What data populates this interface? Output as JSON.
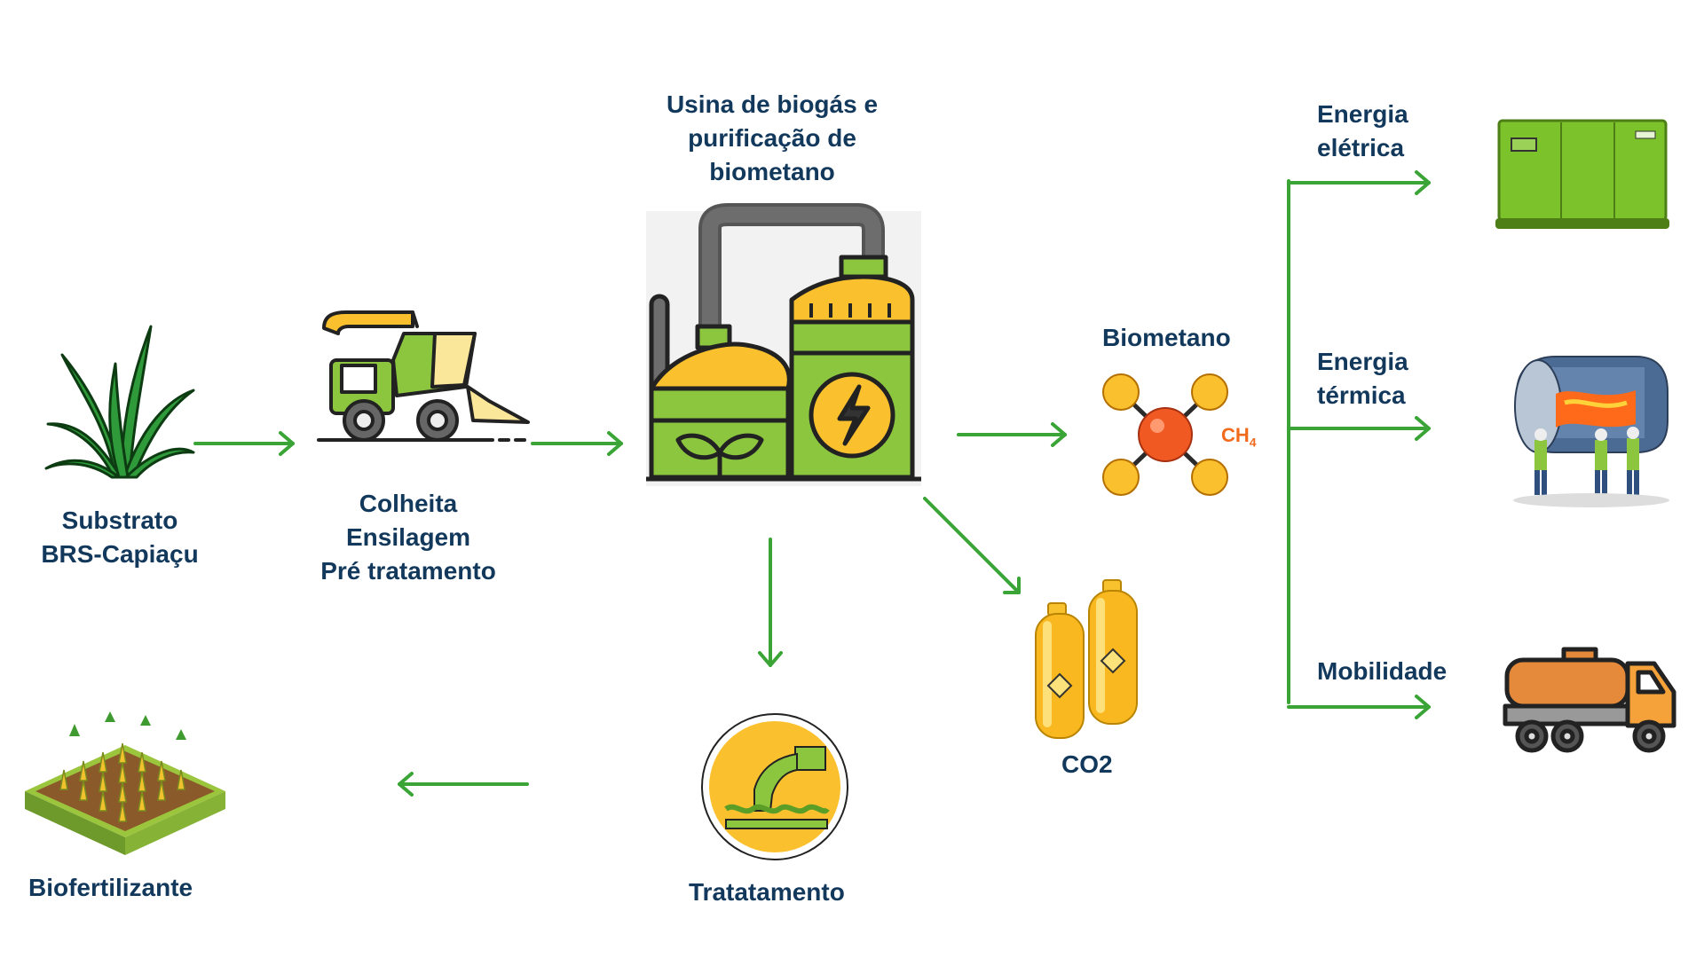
{
  "diagram": {
    "nodes": {
      "substrate": {
        "label": "Substrato\nBRS-Capiaçu"
      },
      "harvest": {
        "label": "Colheita\nEnsilagem\nPré tratamento"
      },
      "plant": {
        "label": "Usina de biogás e\npurificação de\nbiometano"
      },
      "biomethane": {
        "label": "Biometano",
        "formula_main": "CH",
        "formula_sub": "4"
      },
      "co2": {
        "label": "CO2"
      },
      "treatment": {
        "label": "Tratatamento"
      },
      "biofertilizer": {
        "label": "Biofertilizante"
      },
      "electric": {
        "label": "Energia\nelétrica"
      },
      "thermal": {
        "label": "Energia\ntérmica"
      },
      "mobility": {
        "label": "Mobilidade"
      }
    },
    "icons": {
      "substrate": "grass-plant-icon",
      "harvest": "forage-harvester-icon",
      "plant": "biogas-plant-icon",
      "biomethane": "methane-molecule-icon",
      "co2": "gas-cylinders-icon",
      "treatment": "wastewater-treatment-icon",
      "biofertilizer": "crop-field-icon",
      "electric": "generator-icon",
      "thermal": "industrial-boiler-icon",
      "mobility": "tanker-truck-icon"
    },
    "colors": {
      "label_text": "#12385c",
      "arrow": "#3aa536",
      "formula": "#f26b1d",
      "plant_green": "#8cc63f",
      "plant_yellow": "#fbc02d"
    }
  }
}
